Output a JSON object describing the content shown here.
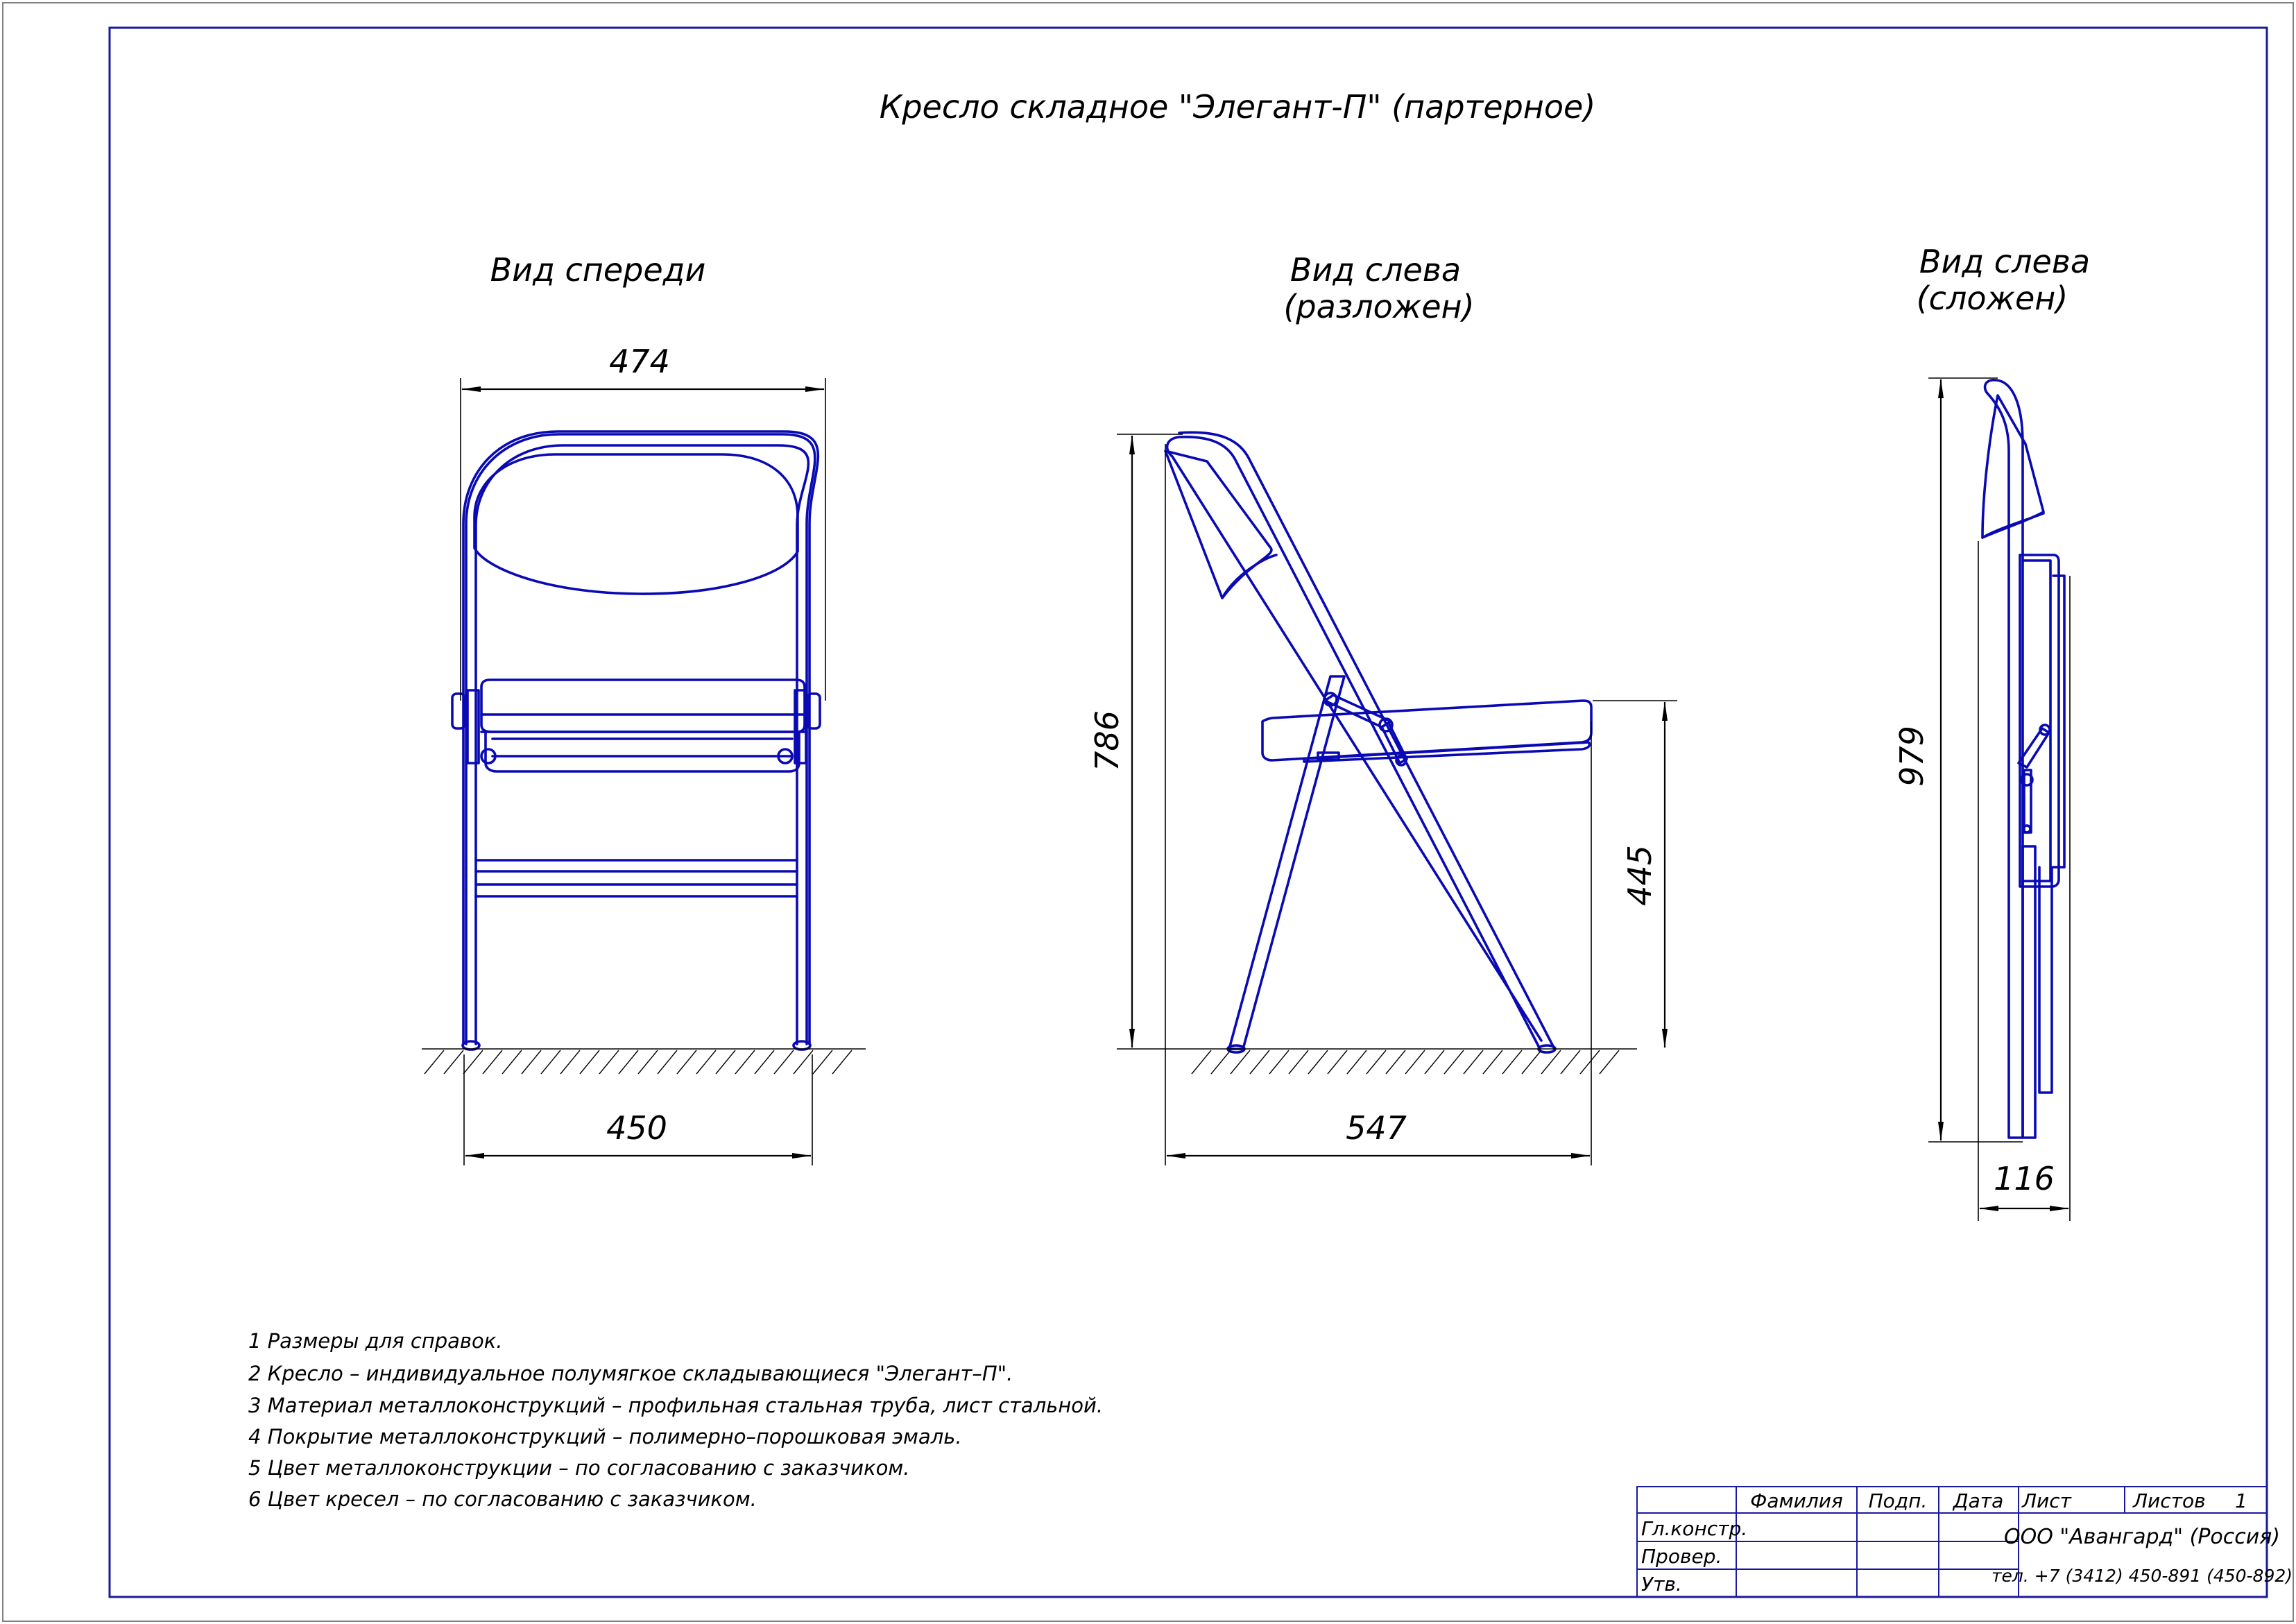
{
  "title": "Кресло складное \"Элегант-П\" (партерное)",
  "views": {
    "front": {
      "label": "Вид спереди"
    },
    "side_open": {
      "label_line1": "Вид слева",
      "label_line2": "(разложен)"
    },
    "side_folded": {
      "label_line1": "Вид слева",
      "label_line2": "(сложен)"
    }
  },
  "dimensions": {
    "front_top_width": "474",
    "front_bottom_width": "450",
    "side_height": "786",
    "side_seat_height": "445",
    "side_depth": "547",
    "folded_height": "979",
    "folded_thickness": "116"
  },
  "notes": [
    "1  Размеры для справок.",
    "2  Кресло – индивидуальное полумягкое складывающиеся \"Элегант–П\".",
    "3  Материал металлоконструкций – профильная стальная труба, лист стальной.",
    "4  Покрытие металлоконструкций – полимерно–порошковая эмаль.",
    "5  Цвет металлоконструкции – по согласованию с заказчиком.",
    "6  Цвет кресел – по согласованию с заказчиком."
  ],
  "stamp": {
    "col_surname": "Фамилия",
    "col_sign": "Подп.",
    "col_date": "Дата",
    "col_sheet": "Лист",
    "col_sheets": "Листов",
    "sheets_value": "1",
    "row_chief": "Гл.констр.",
    "row_check": "Провер.",
    "row_approve": "Утв.",
    "organization": "ООО \"Авангард\" (Россия)",
    "phone": "тел. +7 (3412) 450-891 (450-892)"
  },
  "colors": {
    "drawing": "#0a0ab4",
    "frame": "#1a1aa0",
    "outer_border": "#808080"
  }
}
